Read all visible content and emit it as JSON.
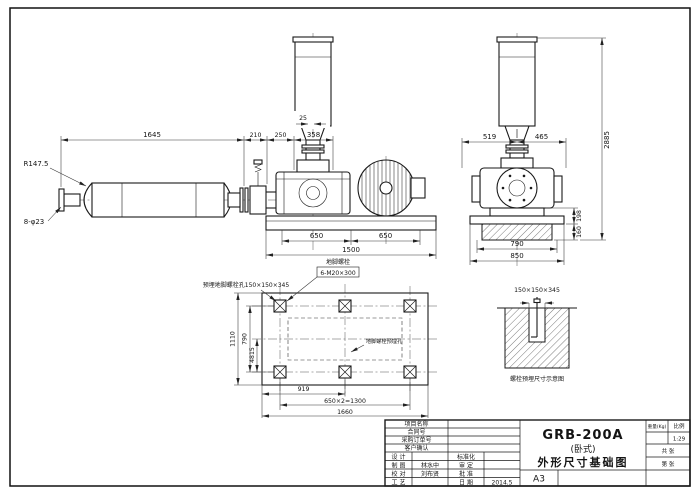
{
  "side_view": {
    "dims": {
      "small25": "25",
      "seg1645": "1645",
      "seg210": "210",
      "seg250": "250",
      "seg358": "358",
      "radius": "R147.5",
      "holes": "8-φ23",
      "bolt650a": "650",
      "bolt650b": "650",
      "base1500": "1500"
    }
  },
  "end_view": {
    "dims": {
      "top519": "519",
      "top465": "465",
      "height2885": "2885",
      "h198": "198",
      "h160": "160",
      "w790": "790",
      "w850": "850"
    }
  },
  "plan_view": {
    "notes": {
      "hole": "预埋地脚螺栓孔150×150×345",
      "bolt_title": "地脚螺栓",
      "bolt_spec": "6-M20×300",
      "inner": "地脚螺栓预埋孔"
    },
    "dims": {
      "v1110": "1110",
      "v790": "790",
      "v4815": "4815",
      "h919": "919",
      "h1300": "650×2=1300",
      "h1660": "1660"
    }
  },
  "detail_view": {
    "dim": "150×150×345",
    "caption": "螺栓预埋尺寸示意图"
  },
  "title_block": {
    "project": "项目名称",
    "contract": "合同号",
    "purchase_order": "采购订单号",
    "customer": "客户确认",
    "design": "设 计",
    "draft": "制 图",
    "draft_name": "林水中",
    "check": "校 对",
    "check_name": "刘布贤",
    "craft": "工 艺",
    "standardization": "标准化",
    "review": "审 定",
    "approve": "批 准",
    "date": "日 期",
    "date_value": "2014.5",
    "model": "GRB-200A",
    "type_note": "(卧式)",
    "drawing_title": "外形尺寸基础图",
    "sheet": "A3",
    "weight": "重量(Kg)",
    "scale": "比例",
    "scale_value": "1:29",
    "total_sheets": "共  张",
    "sheet_no": "第  张"
  }
}
